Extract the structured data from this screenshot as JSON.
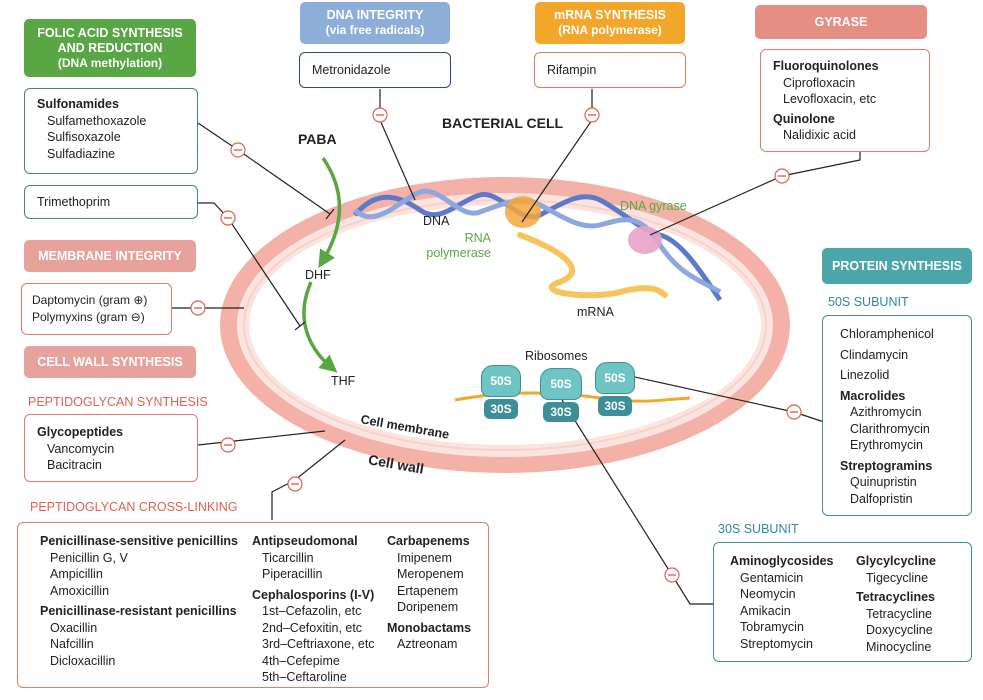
{
  "headers": {
    "folic": {
      "title": "FOLIC ACID SYNTHESIS AND REDUCTION",
      "sub": "(DNA methylation)"
    },
    "dna_integrity": {
      "title": "DNA INTEGRITY",
      "sub": "(via free radicals)"
    },
    "mrna": {
      "title": "mRNA SYNTHESIS",
      "sub": "(RNA polymerase)"
    },
    "gyrase": {
      "title": "GYRASE"
    },
    "membrane": {
      "title": "MEMBRANE INTEGRITY"
    },
    "cell_wall": {
      "title": "CELL WALL SYNTHESIS"
    },
    "protein": {
      "title": "PROTEIN SYNTHESIS"
    }
  },
  "sections": {
    "peptidoglycan_synthesis": "PEPTIDOGLYCAN SYNTHESIS",
    "peptidoglycan_crosslinking": "PEPTIDOGLYCAN CROSS-LINKING",
    "subunit_50s": "50S SUBUNIT",
    "subunit_30s": "30S SUBUNIT"
  },
  "boxes": {
    "sulfonamides": {
      "title": "Sulfonamides",
      "items": [
        "Sulfamethoxazole",
        "Sulfisoxazole",
        "Sulfadiazine"
      ]
    },
    "trimethoprim": "Trimethoprim",
    "metronidazole": "Metronidazole",
    "rifampin": "Rifampin",
    "gyrase": {
      "fq_title": "Fluoroquinolones",
      "fq_items": [
        "Ciprofloxacin",
        "Levofloxacin, etc"
      ],
      "q_title": "Quinolone",
      "q_items": [
        "Nalidixic acid"
      ]
    },
    "membrane": {
      "line1": "Daptomycin (gram ⊕)",
      "line2": "Polymyxins (gram ⊖)"
    },
    "glycopeptides": {
      "title": "Glycopeptides",
      "items": [
        "Vancomycin",
        "Bacitracin"
      ]
    },
    "crosslinking": {
      "col1": {
        "t1": "Penicillinase-sensitive penicillins",
        "i1": [
          "Penicillin G, V",
          "Ampicillin",
          "Amoxicillin"
        ],
        "t2": "Penicillinase-resistant penicillins",
        "i2": [
          "Oxacillin",
          "Nafcillin",
          "Dicloxacillin"
        ]
      },
      "col2": {
        "t1": "Antipseudomonal",
        "i1": [
          "Ticarcillin",
          "Piperacillin"
        ],
        "t2": "Cephalosporins (I-V)",
        "i2": [
          "1st–Cefazolin, etc",
          "2nd–Cefoxitin, etc",
          "3rd–Ceftriaxone, etc",
          "4th–Cefepime",
          "5th–Ceftaroline"
        ]
      },
      "col3": {
        "t1": "Carbapenems",
        "i1": [
          "Imipenem",
          "Meropenem",
          "Ertapenem",
          "Doripenem"
        ],
        "t2": "Monobactams",
        "i2": [
          "Aztreonam"
        ]
      }
    },
    "s50": {
      "plain": [
        "Chloramphenicol",
        "Clindamycin",
        "Linezolid"
      ],
      "t1": "Macrolides",
      "i1": [
        "Azithromycin",
        "Clarithromycin",
        "Erythromycin"
      ],
      "t2": "Streptogramins",
      "i2": [
        "Quinupristin",
        "Dalfopristin"
      ]
    },
    "s30": {
      "col1": {
        "t1": "Aminoglycosides",
        "i1": [
          "Gentamicin",
          "Neomycin",
          "Amikacin",
          "Tobramycin",
          "Streptomycin"
        ]
      },
      "col2": {
        "t1": "Glycylcycline",
        "i1": [
          "Tigecycline"
        ],
        "t2": "Tetracyclines",
        "i2": [
          "Tetracycline",
          "Doxycycline",
          "Minocycline"
        ]
      }
    }
  },
  "cell_labels": {
    "bacterial_cell": "BACTERIAL CELL",
    "paba": "PABA",
    "dhf": "DHF",
    "thf": "THF",
    "dna": "DNA",
    "rna_polymerase": "RNA polymerase",
    "mrna": "mRNA",
    "dna_gyrase": "DNA gyrase",
    "ribosomes": "Ribosomes",
    "cell_membrane": "Cell membrane",
    "cell_wall": "Cell wall",
    "s50": "50S",
    "s30": "30S"
  },
  "inhibit_symbol": "−",
  "colors": {
    "green": "#58a644",
    "blue": "#8daed9",
    "orange": "#f2a72a",
    "salmon": "#e58e84",
    "teal": "#4aa6a8"
  }
}
